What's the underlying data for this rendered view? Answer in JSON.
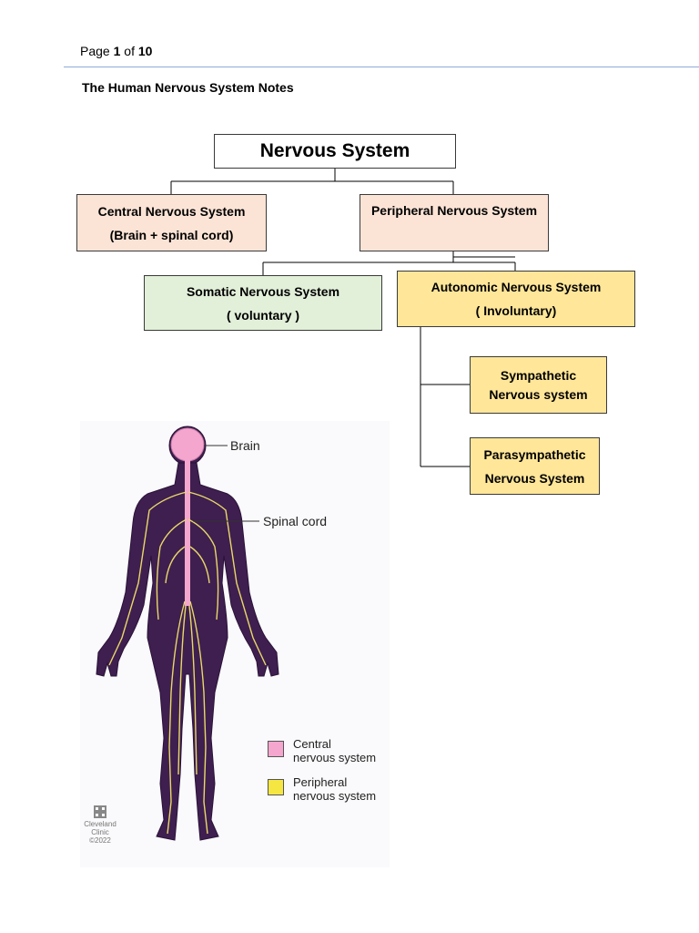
{
  "header": {
    "page_word": "Page",
    "page_current": "1",
    "page_of": "of",
    "page_total": "10"
  },
  "title": "The Human Nervous System Notes",
  "diagram": {
    "root": "Nervous System",
    "cns": {
      "line1": "Central Nervous System",
      "line2": "(Brain + spinal cord)"
    },
    "pns": {
      "line1": "Peripheral Nervous System"
    },
    "somatic": {
      "line1": "Somatic Nervous System",
      "line2": "( voluntary )"
    },
    "autonomic": {
      "line1": "Autonomic Nervous System",
      "line2": "( Involuntary)"
    },
    "sympathetic": {
      "line1": "Sympathetic",
      "line2": "Nervous system"
    },
    "parasympathetic": {
      "line1": "Parasympathetic",
      "line2": "Nervous System"
    }
  },
  "figure": {
    "label_brain": "Brain",
    "label_spinal": "Spinal cord",
    "legend": [
      {
        "line1": "Central",
        "line2": "nervous system",
        "color": "#f4a6cf"
      },
      {
        "line1": "Peripheral",
        "line2": "nervous system",
        "color": "#f5e642"
      }
    ],
    "credit": {
      "line1": "Cleveland",
      "line2": "Clinic",
      "line3": "©2022"
    }
  },
  "colors": {
    "cns_fill": "#fbe4d6",
    "somatic_fill": "#e2efd9",
    "autonomic_fill": "#ffe699",
    "body_fill": "#3e1f4f",
    "nerve": "#e9d86a",
    "brain": "#f4a6cf"
  }
}
